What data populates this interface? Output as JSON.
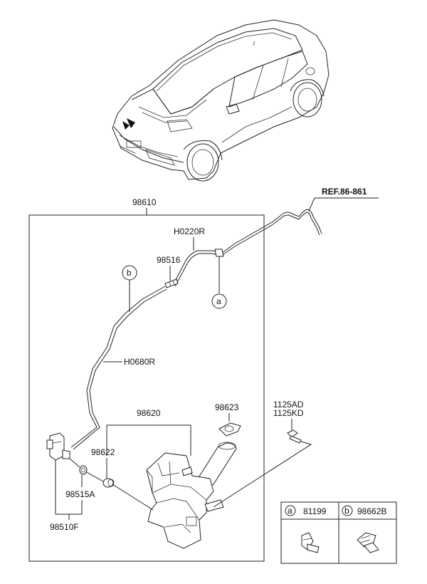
{
  "labels": {
    "assembly": "98610",
    "ref": "REF.86-861",
    "hose_upper": "H0220R",
    "connector": "98516",
    "hose_lower": "H0680R",
    "reservoir": "98620",
    "cap": "98623",
    "bolt_line1": "1125AD",
    "bolt_line2": "1125KD",
    "grommet": "98622",
    "seal": "98515A",
    "pump": "98510F"
  },
  "callouts": {
    "a": "a",
    "b": "b"
  },
  "legend": {
    "a_letter": "a",
    "a_part": "81199",
    "b_letter": "b",
    "b_part": "98662B"
  }
}
